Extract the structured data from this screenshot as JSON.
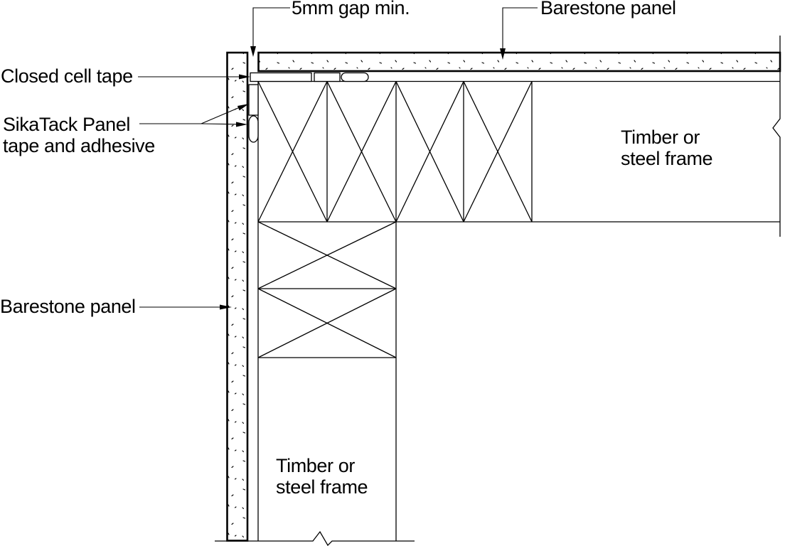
{
  "page": {
    "background": "#ffffff",
    "line_color": "#000000"
  },
  "labels": {
    "gap_min": "5mm gap min.",
    "barestone_panel_top": "Barestone panel",
    "closed_cell_tape": "Closed cell tape",
    "sikatack_line1": "SikaTack Panel",
    "sikatack_line2": "tape and adhesive",
    "barestone_panel_left": "Barestone panel",
    "timber_frame_line1": "Timber or",
    "timber_frame_line2": "steel frame"
  }
}
